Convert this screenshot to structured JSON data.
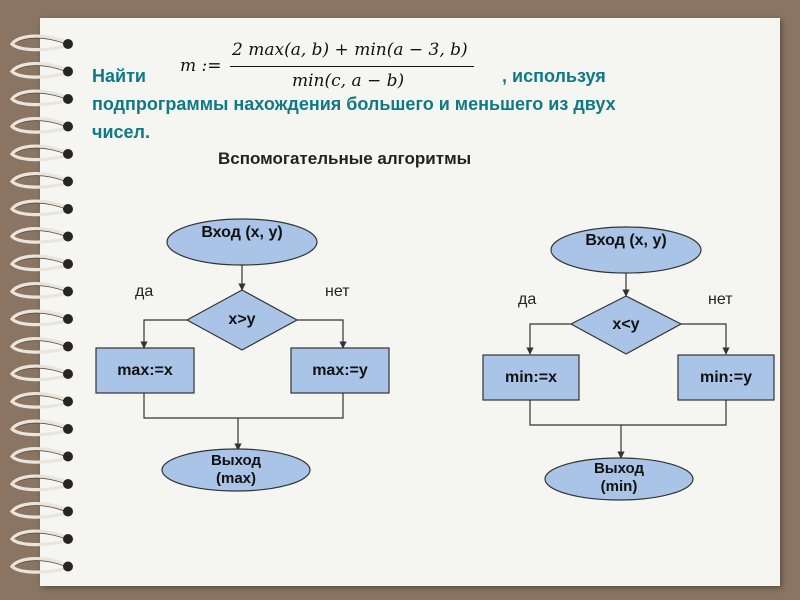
{
  "task": {
    "word_find": "Найти",
    "formula": "m := (2 max(a,b) + min(a − 3, b)) / min(c, a − b)",
    "formula_numerator": "2 max(a, b) + min(a − 3, b)",
    "formula_denominator": "min(c, a − b)",
    "formula_lhs": "m :=",
    "text_after": ", используя",
    "line2": "подпрограммы нахождения большего и меньшего из двух",
    "line3": "чисел."
  },
  "subtitle": "Вспомогательные алгоритмы",
  "flowchart_max": {
    "input": "Вход (x, y)",
    "condition": "x>y",
    "yes_label": "да",
    "no_label": "нет",
    "yes_action": "max:=x",
    "no_action": "max:=y",
    "output": "Выход (max)"
  },
  "flowchart_min": {
    "input": "Вход (x, y)",
    "condition": "x<y",
    "yes_label": "да",
    "no_label": "нет",
    "yes_action": "min:=x",
    "no_action": "min:=y",
    "output": "Выход (min)"
  },
  "colors": {
    "background": "#8a7563",
    "page": "#f5f5f1",
    "task_text": "#0f7a86",
    "node_fill": "#a9c4e6",
    "node_stroke": "#333333"
  }
}
